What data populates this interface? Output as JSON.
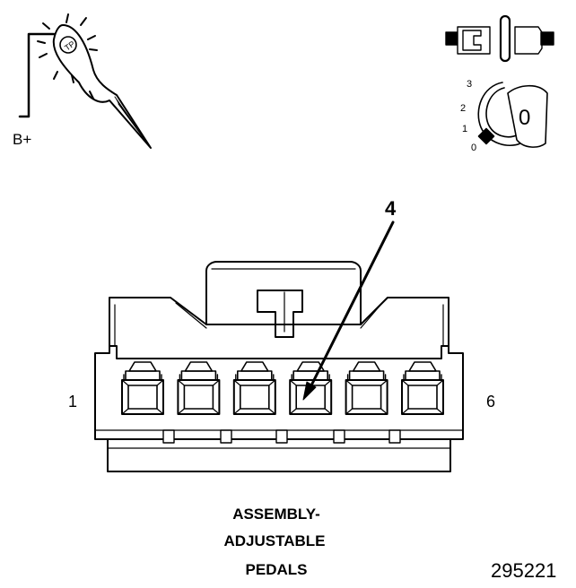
{
  "probe": {
    "supply_label": "B+"
  },
  "ignition": {
    "positions": [
      "3",
      "2",
      "1",
      "0"
    ],
    "key_position": "0"
  },
  "connector": {
    "callout": "4",
    "pin_first": "1",
    "pin_last": "6",
    "cavity_count": 6
  },
  "caption": [
    "ASSEMBLY-",
    "ADJUSTABLE",
    "PEDALS"
  ],
  "figure_number": "295221"
}
